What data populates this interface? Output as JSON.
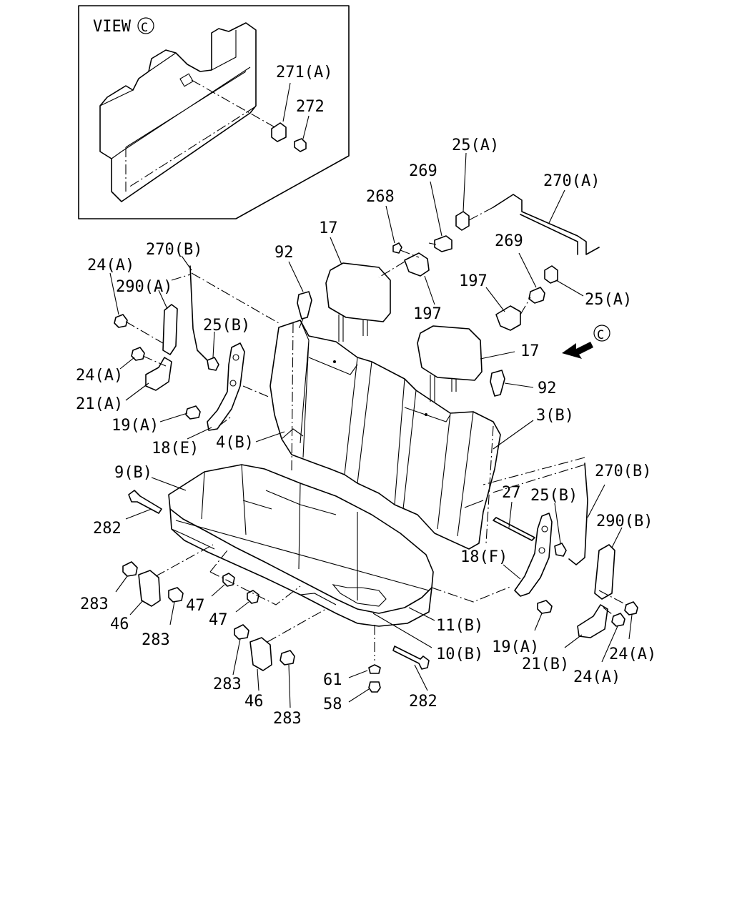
{
  "inset": {
    "view_text": "VIEW",
    "view_mark": "C"
  },
  "direction_mark": "C",
  "labels": {
    "l271a": "271(A)",
    "l272": "272",
    "l25a_top": "25(A)",
    "l269_top": "269",
    "l270a": "270(A)",
    "l268": "268",
    "l17_left": "17",
    "l92_left": "92",
    "l270b_left": "270(B)",
    "l24a_left1": "24(A)",
    "l290a": "290(A)",
    "l269_mid": "269",
    "l197_right": "197",
    "l197_mid": "197",
    "l25a_mid": "25(A)",
    "l25b_left": "25(B)",
    "l24a_left2": "24(A)",
    "l21a": "21(A)",
    "l19a_left": "19(A)",
    "l18e": "18(E)",
    "l4b": "4(B)",
    "l17_right": "17",
    "l92_right": "92",
    "l3b": "3(B)",
    "l9b": "9(B)",
    "l270b_right": "270(B)",
    "l27": "27",
    "l25b_right": "25(B)",
    "l290b": "290(B)",
    "l282_left": "282",
    "l18f": "18(F)",
    "l283_1": "283",
    "l46_1": "46",
    "l283_2": "283",
    "l47_1": "47",
    "l47_2": "47",
    "l11b": "11(B)",
    "l19a_right": "19(A)",
    "l10b": "10(B)",
    "l21b": "21(B)",
    "l24a_right1": "24(A)",
    "l24a_right2": "24(A)",
    "l283_3": "283",
    "l46_2": "46",
    "l283_4": "283",
    "l61": "61",
    "l58": "58",
    "l282_right": "282"
  }
}
